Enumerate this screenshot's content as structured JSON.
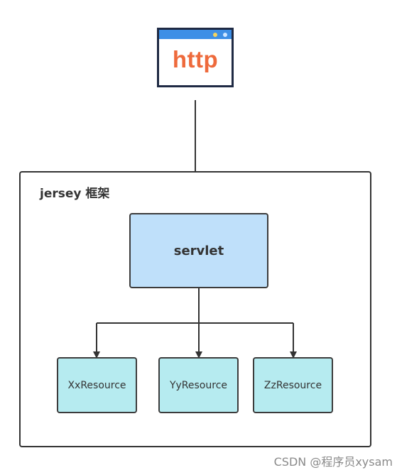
{
  "http_icon": {
    "label": "http",
    "icon": "browser-window-icon"
  },
  "framework": {
    "title": "jersey 框架"
  },
  "servlet": {
    "label": "servlet"
  },
  "resources": [
    {
      "label": "XxResource"
    },
    {
      "label": "YyResource"
    },
    {
      "label": "ZzResource"
    }
  ],
  "colors": {
    "servlet_fill": "#bfe0fa",
    "resource_fill": "#b6ebf0",
    "http_text": "#ee6a3c",
    "titlebar": "#3d8fe6",
    "stroke": "#333333"
  },
  "watermark": "CSDN @程序员xysam"
}
